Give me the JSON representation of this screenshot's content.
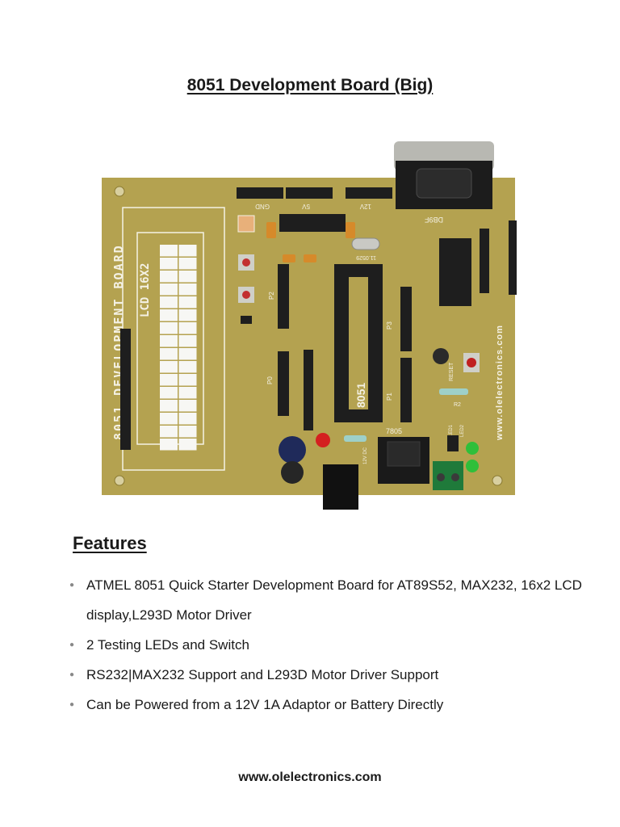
{
  "document": {
    "title": "8051 Development Board (Big)",
    "features_heading": "Features",
    "features": [
      "ATMEL 8051 Quick Starter Development Board for AT89S52, MAX232, 16x2 LCD display,L293D Motor Driver",
      "2 Testing LEDs and Switch",
      "RS232|MAX232 Support and L293D Motor Driver Support",
      "Can be Powered from a 12V 1A Adaptor or Battery Directly"
    ],
    "footer": "www.olelectronics.com"
  },
  "board": {
    "silkscreen": {
      "board_label": "8051 DEVELOPMENT BOARD",
      "lcd_label": "LCD 16X2",
      "chip_label": "8051",
      "website": "www.olelectronics.com",
      "reset": "RESET",
      "regulator": "7805",
      "db9": "DB9F",
      "gnd": "GND",
      "five_v": "5V",
      "twelve_v": "12V",
      "crystal": "11.0529",
      "p0": "P0",
      "p1": "P1",
      "p2": "P2",
      "p3": "P3",
      "led1": "LED1",
      "led2": "LED2",
      "r2": "R2",
      "dc": "12V DC"
    },
    "colors": {
      "pcb": "#b4a250",
      "pcb_dark": "#9a8a3e",
      "silk": "#f4f1e4",
      "header": "#1e1e1e",
      "lcd_cell": "#f7f7f4",
      "led_red": "#d42020",
      "led_green": "#2fbf3a",
      "terminal": "#1f7a3a"
    }
  }
}
